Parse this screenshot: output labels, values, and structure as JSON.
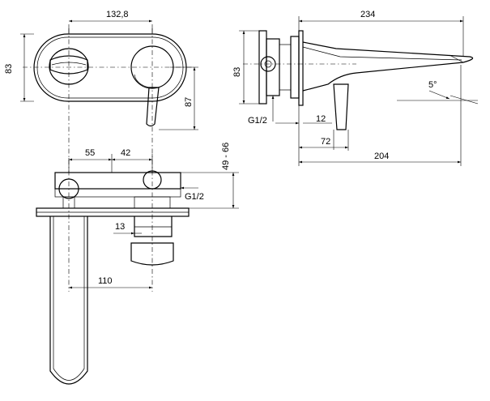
{
  "dimensions": {
    "front_width": "132,8",
    "front_height": "83",
    "lever_height": "87",
    "side_height": "83",
    "side_depth": "234",
    "angle": "5°",
    "side_12": "12",
    "side_72": "72",
    "side_204": "204",
    "plan_55": "55",
    "plan_42": "42",
    "plan_range": "49 - 66",
    "plan_13": "13",
    "plan_110": "110"
  },
  "labels": {
    "connection_side": "G1/2",
    "connection_plan": "G1/2"
  },
  "colors": {
    "line": "#000000",
    "background": "#ffffff"
  }
}
